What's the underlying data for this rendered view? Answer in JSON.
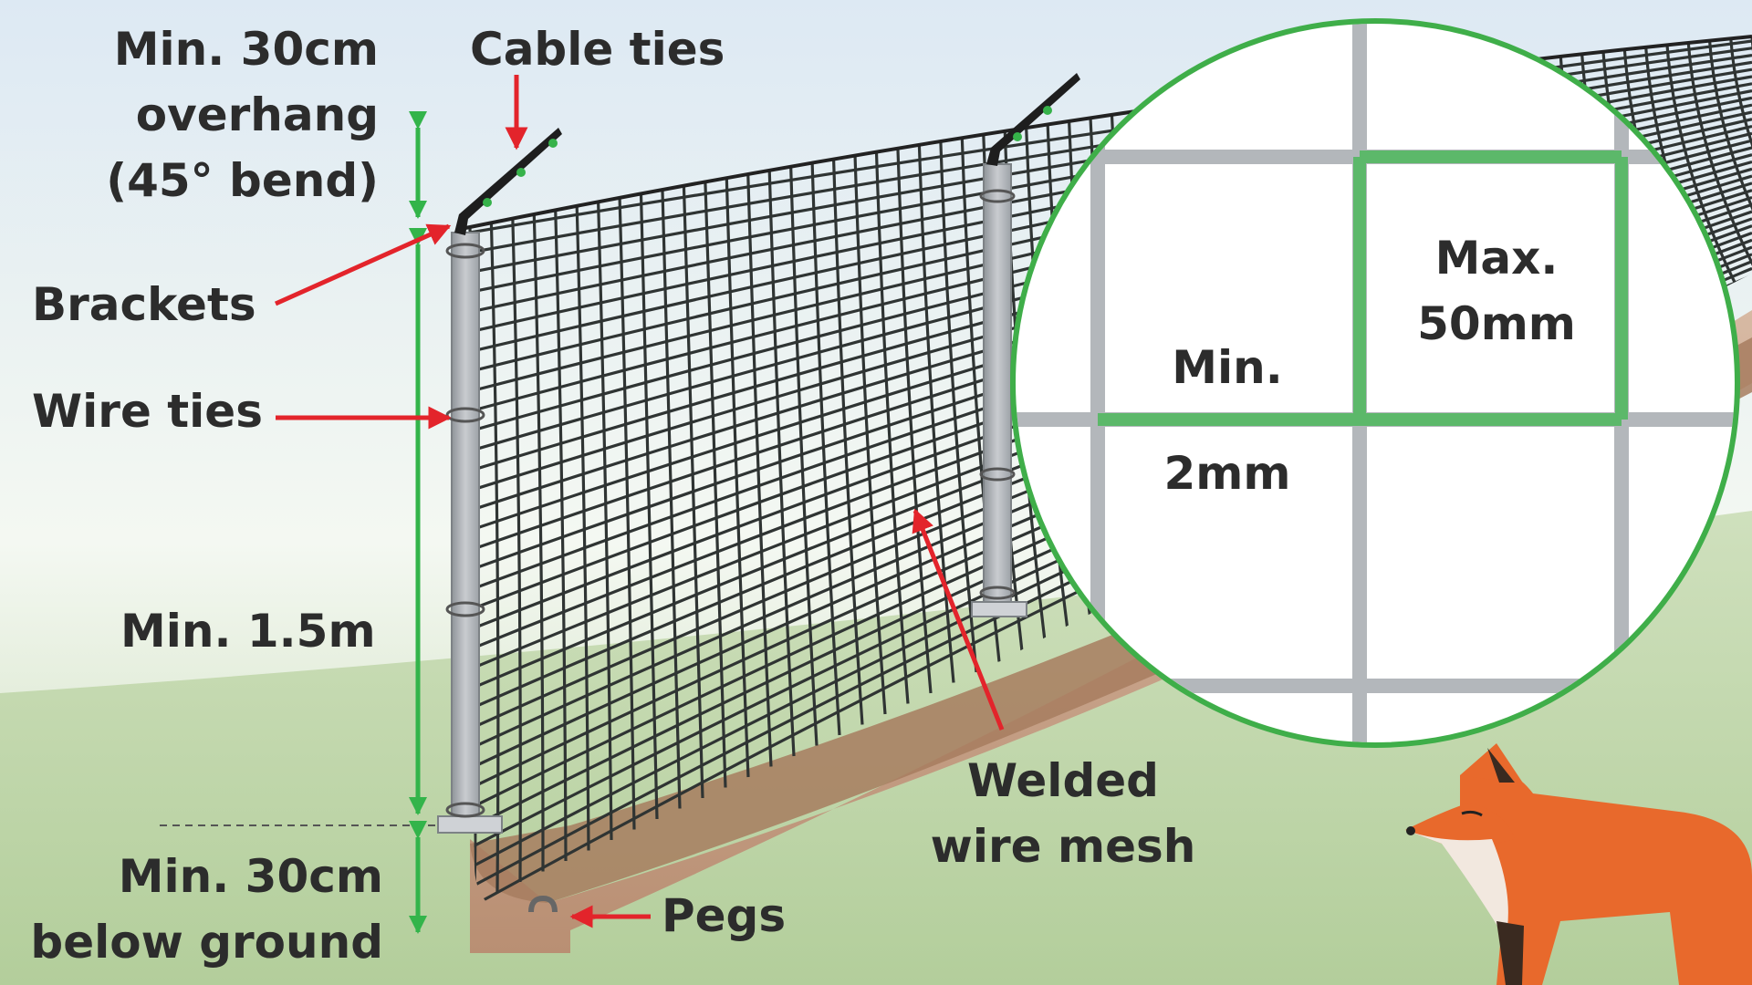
{
  "labels": {
    "overhang": [
      "Min. 30cm",
      "overhang",
      "(45° bend)"
    ],
    "cable_ties": "Cable ties",
    "brackets": "Brackets",
    "wire_ties": "Wire ties",
    "height": "Min. 1.5m",
    "below_ground": [
      "Min. 30cm",
      "below ground"
    ],
    "pegs": "Pegs",
    "mesh": [
      "Welded",
      "wire mesh"
    ],
    "mesh_size": [
      "Max.",
      "50mm"
    ],
    "wire_gauge": [
      "Min.",
      "2mm"
    ]
  },
  "colors": {
    "dimension_arrow": "#33b44a",
    "callout_arrow": "#e3242b",
    "highlight_wire": "#5cb86a",
    "zoom_circle_border": "#3fae49",
    "sky_top": "#dceaf4",
    "ground": "#bcd4a6",
    "skirt": "#c8a58c",
    "mesh_wire": "#2f3433",
    "post": "#a9adb1",
    "fox": "#e8692c"
  },
  "icons": [
    "fox-icon",
    "post-icon",
    "peg-icon",
    "bracket-icon"
  ]
}
